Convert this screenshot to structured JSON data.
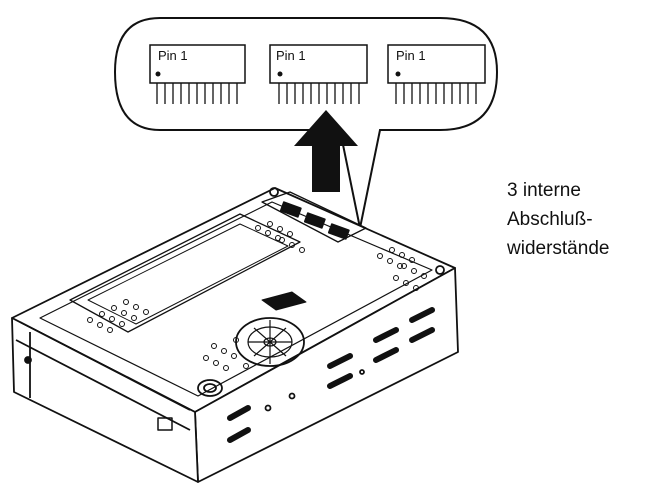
{
  "callout": {
    "pins": [
      {
        "label": "Pin 1"
      },
      {
        "label": "Pin 1"
      },
      {
        "label": "Pin 1"
      }
    ]
  },
  "caption": {
    "lines": [
      "3 interne",
      "Abschluß-",
      "widerstände"
    ]
  }
}
